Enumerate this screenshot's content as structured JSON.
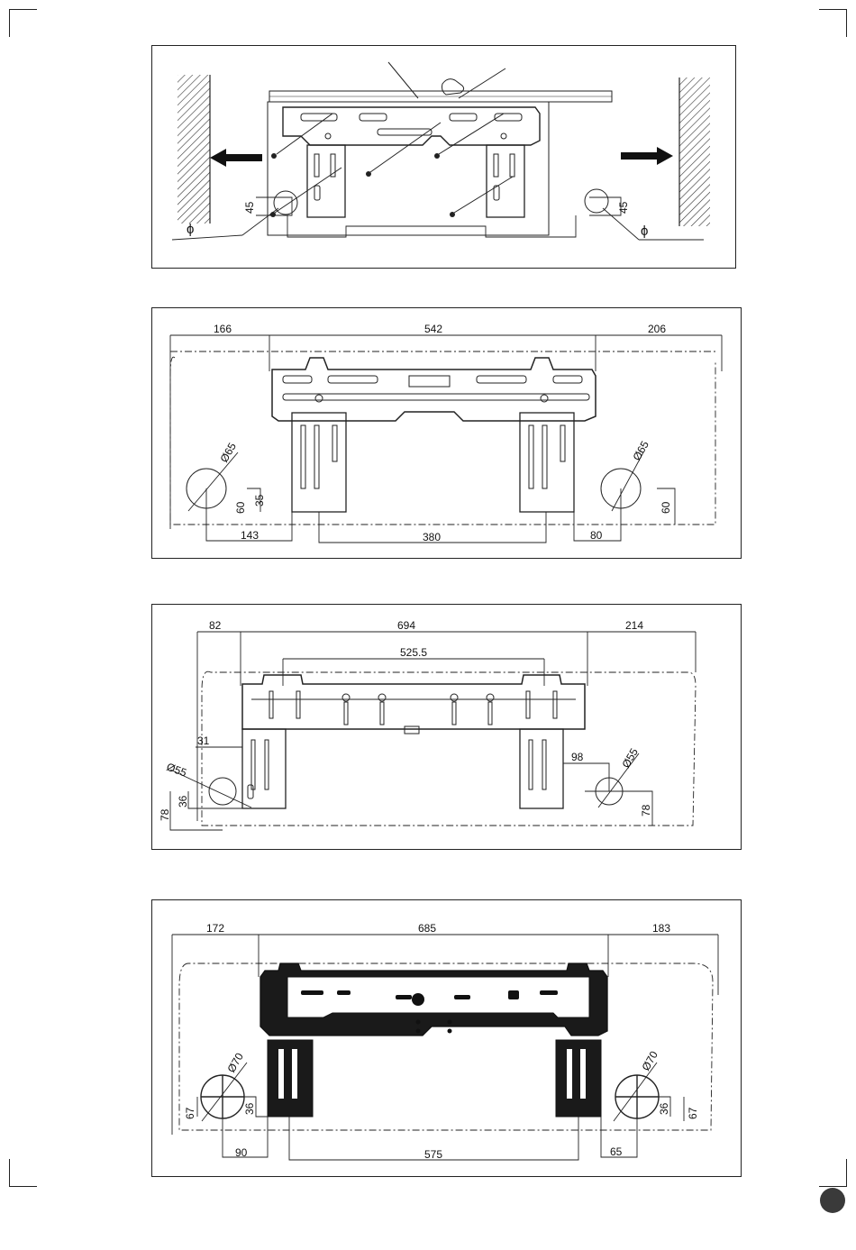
{
  "fig1": {
    "left_hole_symbol": "ϕ",
    "right_hole_symbol": "ϕ",
    "left_offset": "45",
    "right_offset": "45"
  },
  "fig2": {
    "top_left": "166",
    "top_mid": "542",
    "top_right": "206",
    "left_diam": "Ø65",
    "right_diam": "Ø65",
    "left_v1": "60",
    "left_v2": "35",
    "right_v": "60",
    "bottom_left": "143",
    "bottom_mid": "380",
    "bottom_right": "80"
  },
  "fig3": {
    "top_left": "82",
    "top_mid": "694",
    "top_right": "214",
    "inner": "525.5",
    "left_side": "31",
    "left_diam": "Ø55",
    "right_diam": "Ø55",
    "left_v1": "36",
    "left_v2": "78",
    "right_side": "98",
    "right_v": "78"
  },
  "fig4": {
    "top_left": "172",
    "top_mid": "685",
    "top_right": "183",
    "left_diam": "Ø70",
    "right_diam": "Ø70",
    "left_v1": "67",
    "left_v2": "36",
    "right_v1": "36",
    "right_v2": "67",
    "bottom_left": "90",
    "bottom_mid": "575",
    "bottom_right": "65"
  }
}
